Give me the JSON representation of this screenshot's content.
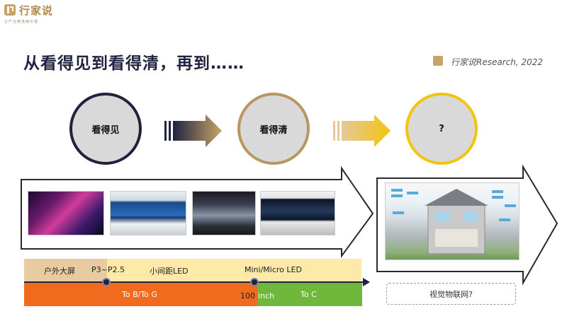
{
  "logo": {
    "text": "行家说",
    "tagline": "让产业链连接价值"
  },
  "title": "从看得见到看得清，再到……",
  "brand": "行家说Research, 2022",
  "stages": [
    {
      "label": "看得见"
    },
    {
      "label": "看得清"
    },
    {
      "label": "?"
    }
  ],
  "timeline": {
    "top": {
      "outdoor": "户外大屏",
      "pitch": "P3~P2.5",
      "small_pitch": "小间距LED",
      "mini": "Mini/Micro LED"
    },
    "bottom": {
      "b_g": "To B/To G",
      "inch_num": "100",
      "inch_unit": "inch",
      "c": "To C"
    }
  },
  "iot_label": "视觉物联网?",
  "colors": {
    "navy": "#1f2340",
    "gold": "#b89660",
    "yellow": "#f1c40f",
    "orange": "#f26a1d",
    "green": "#6fb83b"
  }
}
